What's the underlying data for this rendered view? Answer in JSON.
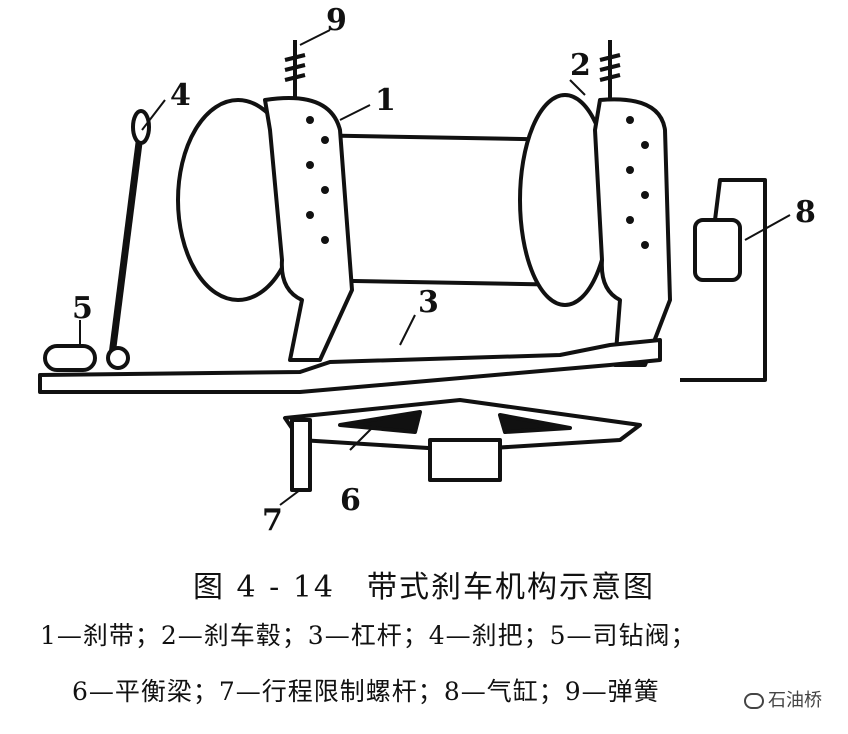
{
  "figure": {
    "callouts": [
      "1",
      "2",
      "3",
      "4",
      "5",
      "6",
      "7",
      "8",
      "9"
    ],
    "caption": "图 4 - 14　带式刹车机构示意图",
    "legend_line1": "1—刹带；2—刹车毂；3—杠杆；4—刹把；5—司钻阀；",
    "legend_line2": "6—平衡梁；7—行程限制螺杆；8—气缸；9—弹簧"
  },
  "watermark": {
    "icon": "wechat-icon",
    "text": "石油桥"
  }
}
